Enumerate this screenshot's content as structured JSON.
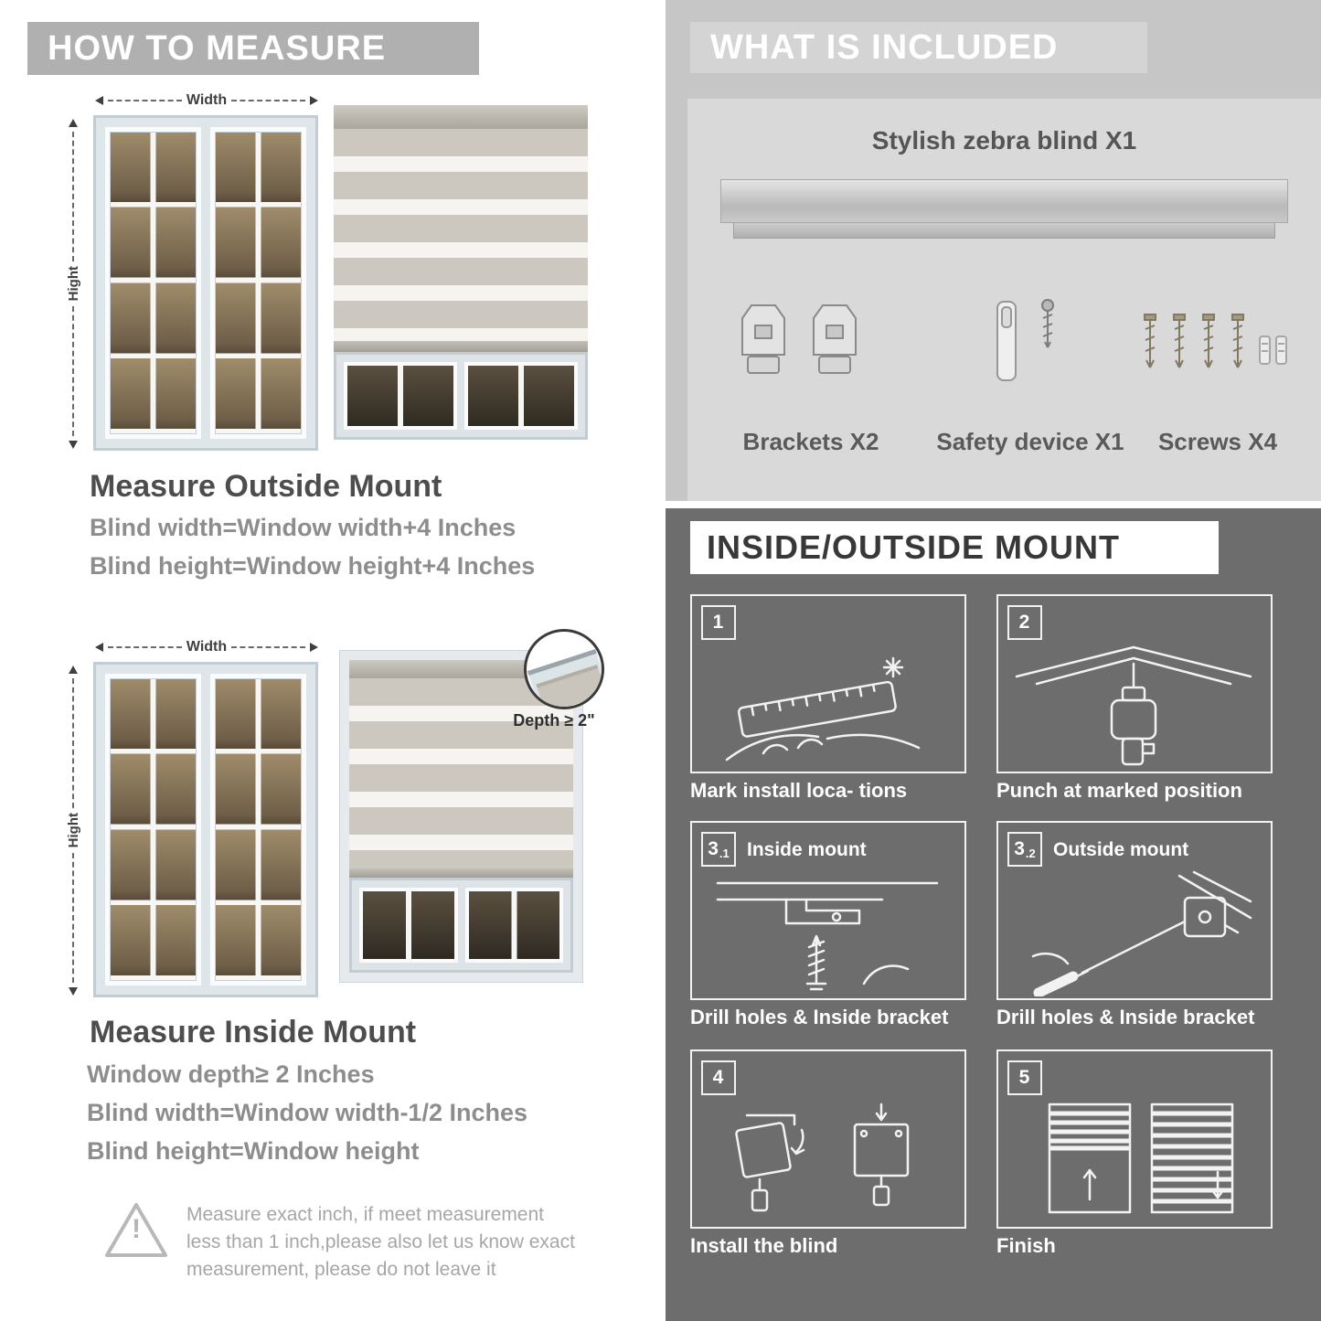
{
  "colors": {
    "left_banner": "#b0b0b0",
    "right_top_bg": "#c6c6c6",
    "included_banner": "#d4d4d4",
    "included_panel": "#d9d9d9",
    "dark_section_bg": "#6d6d6d",
    "heading_text": "#4d4d4d",
    "formula_text": "#8d8d8d"
  },
  "how_to_measure": {
    "header": "HOW TO MEASURE",
    "width_label": "Width",
    "height_label": "Hight",
    "outside": {
      "title": "Measure Outside Mount",
      "line1": "Blind width=Window width+4 Inches",
      "line2": "Blind height=Window height+4 Inches"
    },
    "inside": {
      "title": "Measure Inside Mount",
      "depth_label": "Depth ≥ 2\"",
      "line1": "Window depth≥ 2 Inches",
      "line2": "Blind width=Window width-1/2 Inches",
      "line3": "Blind height=Window height"
    },
    "warning_mark": "!",
    "warning_text": "Measure exact inch, if meet measurement less than 1 inch,please also let us know exact measurement, please do not leave it"
  },
  "included": {
    "header": "WHAT IS INCLUDED",
    "product_label": "Stylish zebra blind X1",
    "items": [
      {
        "label": "Brackets X2"
      },
      {
        "label": "Safety device X1"
      },
      {
        "label": "Screws X4"
      }
    ]
  },
  "mount_guide": {
    "header": "INSIDE/OUTSIDE MOUNT",
    "steps": [
      {
        "num": "1",
        "sub": "",
        "label": "",
        "caption": "Mark install loca- tions"
      },
      {
        "num": "2",
        "sub": "",
        "label": "",
        "caption": "Punch at  marked position"
      },
      {
        "num": "3",
        "sub": ".1",
        "label": "Inside mount",
        "caption": "Drill holes &  Inside bracket"
      },
      {
        "num": "3",
        "sub": ".2",
        "label": "Outside mount",
        "caption": "Drill holes &  Inside bracket"
      },
      {
        "num": "4",
        "sub": "",
        "label": "",
        "caption": "Install the blind"
      },
      {
        "num": "5",
        "sub": "",
        "label": "",
        "caption": "Finish"
      }
    ]
  }
}
